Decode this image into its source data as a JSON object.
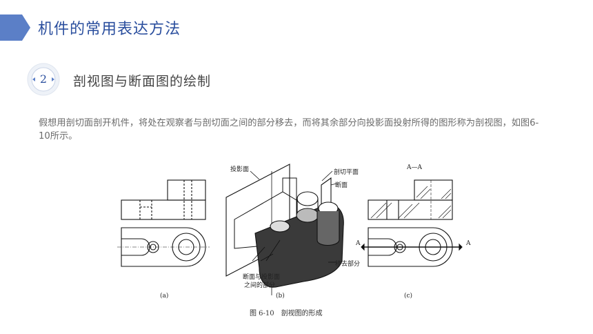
{
  "header": {
    "title": "机件的常用表达方法"
  },
  "section": {
    "number": "2",
    "title": "剖视图与断面图的绘制"
  },
  "paragraph": "假想用剖切面剖开机件，将处在观察者与剖切面之间的部分移去，而将其余部分向投影面投射所得的图形称为剖视图，如图6-10所示。",
  "figure": {
    "labels": {
      "projection_plane": "投影面",
      "cutting_plane": "剖切平面",
      "section_face": "断面",
      "removed_part": "移去部分",
      "between_part_line1": "断面与投影面",
      "between_part_line2": "之间的部分",
      "aa": "A—A",
      "a_left": "A",
      "a_right": "A",
      "sub_a": "(a)",
      "sub_b": "(b)",
      "sub_c": "(c)"
    },
    "caption": "图 6-10　剖视图的形成"
  },
  "colors": {
    "accent": "#2b4f9e",
    "tab": "#5b7fc7"
  }
}
